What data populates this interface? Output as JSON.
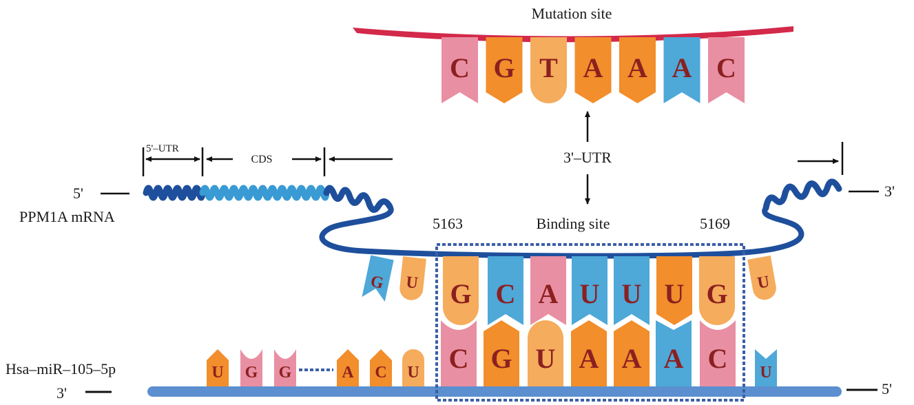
{
  "colors": {
    "A": "#f28e2b",
    "G": "#f28e2b",
    "C": "#e98fa3",
    "T": "#f5ac5c",
    "U_light": "#f5ac5c",
    "U_blue": "#4ea8d8",
    "mutation_strand": "#d3294a",
    "mrna_dark": "#1e4f9c",
    "mrna_cds": "#3a9bd4",
    "mirna_strand": "#5b8fcf",
    "letter": "#8b2020",
    "binding_box": "#3b5fa8"
  },
  "labels": {
    "mutation_site": "Mutation site",
    "utr5": "5'–UTR",
    "cds": "CDS",
    "utr3": "3'–UTR",
    "mrna_name": "PPM1A mRNA",
    "mrna_5prime": "5'",
    "mrna_3prime": "3'",
    "binding_site": "Binding site",
    "pos_start": "5163",
    "pos_end": "5169",
    "mirna_name": "Hsa–miR–105–5p",
    "mirna_3prime": "3'",
    "mirna_5prime": "5'"
  },
  "mutation_sequence": [
    {
      "base": "C",
      "shape": "notch",
      "color": "C"
    },
    {
      "base": "G",
      "shape": "point",
      "color": "G"
    },
    {
      "base": "T",
      "shape": "round",
      "color": "T"
    },
    {
      "base": "A",
      "shape": "point",
      "color": "A"
    },
    {
      "base": "A",
      "shape": "point",
      "color": "A"
    },
    {
      "base": "A",
      "shape": "notch",
      "color": "U_blue"
    },
    {
      "base": "C",
      "shape": "notch",
      "color": "C"
    }
  ],
  "mrna_binding_sequence": [
    {
      "base": "G",
      "shape": "notch",
      "color": "U_blue",
      "tilt": true
    },
    {
      "base": "U",
      "shape": "round",
      "color": "U_light",
      "tilt": true
    },
    {
      "base": "G",
      "shape": "round",
      "color": "U_light"
    },
    {
      "base": "C",
      "shape": "notch",
      "color": "U_blue"
    },
    {
      "base": "A",
      "shape": "notch",
      "color": "C"
    },
    {
      "base": "U",
      "shape": "notch",
      "color": "U_blue"
    },
    {
      "base": "U",
      "shape": "notch",
      "color": "U_blue"
    },
    {
      "base": "U",
      "shape": "point",
      "color": "A"
    },
    {
      "base": "G",
      "shape": "round",
      "color": "U_light"
    },
    {
      "base": "U",
      "shape": "round",
      "color": "U_light",
      "tilt": true
    }
  ],
  "mirna_sequence": [
    {
      "base": "U",
      "shape": "up",
      "color": "A"
    },
    {
      "base": "G",
      "shape": "cup",
      "color": "C"
    },
    {
      "base": "G",
      "shape": "cup",
      "color": "C"
    },
    {
      "base": "A",
      "shape": "up",
      "color": "A"
    },
    {
      "base": "C",
      "shape": "up",
      "color": "A"
    },
    {
      "base": "U",
      "shape": "dome",
      "color": "U_light"
    },
    {
      "base": "C",
      "shape": "cup",
      "color": "C"
    },
    {
      "base": "G",
      "shape": "up",
      "color": "A"
    },
    {
      "base": "U",
      "shape": "dome",
      "color": "U_light"
    },
    {
      "base": "A",
      "shape": "up",
      "color": "A"
    },
    {
      "base": "A",
      "shape": "up",
      "color": "A"
    },
    {
      "base": "A",
      "shape": "vnotch",
      "color": "U_blue"
    },
    {
      "base": "C",
      "shape": "cup",
      "color": "C"
    },
    {
      "base": "U",
      "shape": "vnotch",
      "color": "U_blue"
    }
  ]
}
